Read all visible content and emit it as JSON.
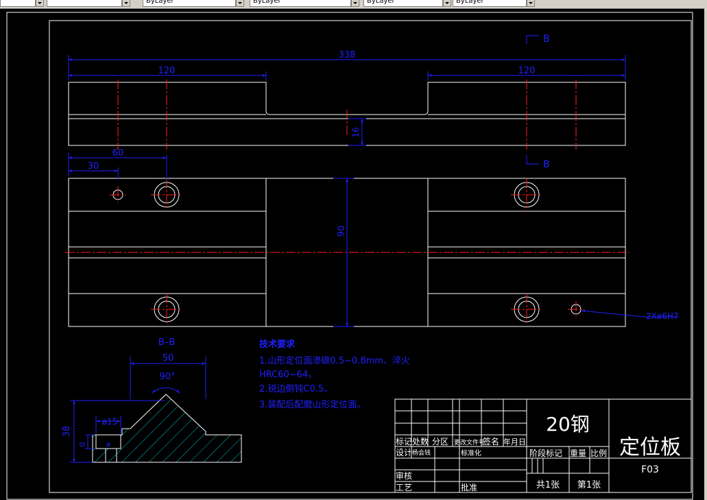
{
  "toolbar": {
    "fields": [
      "",
      "",
      "ByLayer",
      "ByLayer",
      "ByLayer",
      "ByLayer"
    ]
  },
  "drawing": {
    "dims": {
      "overall": "338",
      "left_len": "120",
      "right_len": "120",
      "thickness": "16",
      "hole_x1": "60",
      "hole_x2": "30",
      "width": "90",
      "pin": "2Xø6H7"
    },
    "section_marks": {
      "top": "B",
      "bottom": "B"
    },
    "section": {
      "title": "B–B",
      "width": "50",
      "angle": "90°",
      "height": "38",
      "bore": "ø15",
      "small": "0",
      "small2": "ø"
    },
    "tech": {
      "title": "技术要求",
      "lines": [
        "1.山形定位面渗碳0.5~0.8mm、淬火",
        "HRC60~64。",
        "2.锐边倒钝C0.5。",
        "3.装配后配磨山形定位面。"
      ]
    },
    "title_block": {
      "material": "20钢",
      "part_name": "定位板",
      "part_no": "F03",
      "h_mark": "标记",
      "h_count": "处数",
      "h_zone": "分区",
      "h_change": "更改文件号",
      "h_sign": "签名",
      "h_date": "年月日",
      "design": "设计",
      "design_sign": "杨会钱",
      "standard": "标准化",
      "stage": "阶段标记",
      "weight": "重量",
      "scale": "比例",
      "review": "审核",
      "process": "工艺",
      "approve": "批准",
      "total": "共1张",
      "sheet": "第1张"
    }
  }
}
